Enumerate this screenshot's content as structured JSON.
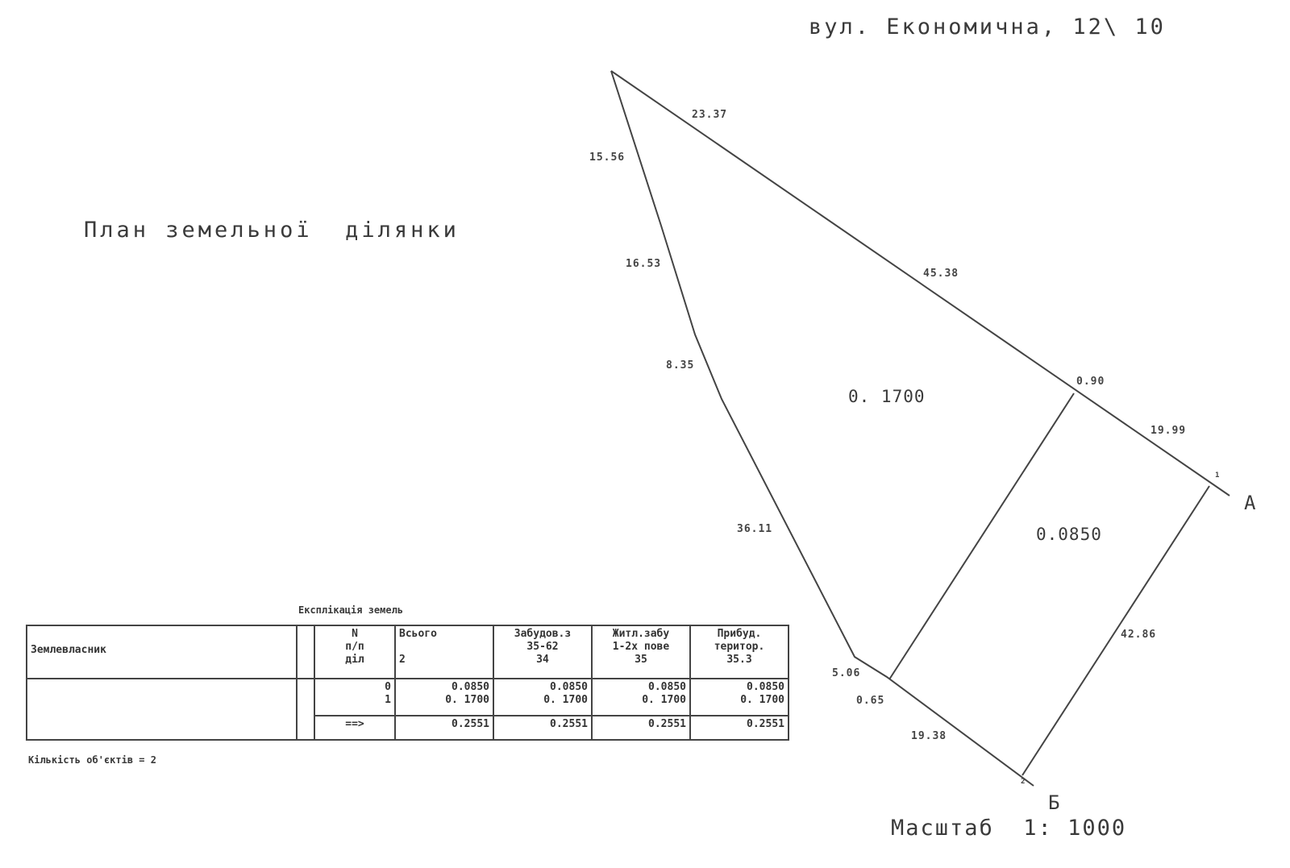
{
  "address": "вул. Економична, 12\\ 10",
  "title": "План земельної  ділянки",
  "scale": "Масштаб  1: 1000",
  "points": {
    "a": "А",
    "b": "Б",
    "p1": "1",
    "p2": "2"
  },
  "areas": {
    "big": "0. 1700",
    "small": "0.0850"
  },
  "dimensions": [
    "23.37",
    "15.56",
    "16.53",
    "45.38",
    "8.35",
    "0.90",
    "19.99",
    "36.11",
    "42.86",
    "5.06",
    "0.65",
    "19.38"
  ],
  "explication": {
    "title": "Експлікація земель",
    "headers": {
      "owner": "Землевласник",
      "num": "N\nп/п\nділ",
      "total": "Всього\n\n2",
      "built": "Забудов.з\n35-62\n34",
      "residential": "Житл.забу\n1-2х пове\n35",
      "adjacent": "Прибуд.\nтеритор.\n35.3"
    },
    "rows": [
      {
        "num": "0",
        "total": "0.0850",
        "built": "0.0850",
        "residential": "0.0850",
        "adjacent": "0.0850"
      },
      {
        "num": "1",
        "total": "0. 1700",
        "built": "0. 1700",
        "residential": "0. 1700",
        "adjacent": "0. 1700"
      }
    ],
    "total_row": {
      "num": "==>",
      "total": "0.2551",
      "built": "0.2551",
      "residential": "0.2551",
      "adjacent": "0.2551"
    },
    "footer": "Кількість об'єктів = 2"
  }
}
